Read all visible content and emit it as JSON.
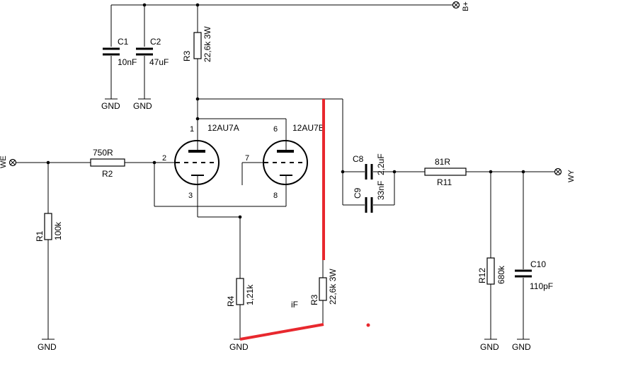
{
  "nets": {
    "bplus": "B+",
    "input": "WE",
    "output": "WY",
    "gnd": "GND"
  },
  "components": {
    "c1": {
      "ref": "C1",
      "value": "10nF"
    },
    "c2": {
      "ref": "C2",
      "value": "47uF"
    },
    "r3_top": {
      "ref": "R3",
      "value": "22,6k 3W"
    },
    "r3_bottom": {
      "ref": "R3",
      "value": "22,6k 3W"
    },
    "r2": {
      "ref": "R2",
      "value": "750R"
    },
    "r1": {
      "ref": "R1",
      "value": "100k"
    },
    "r4": {
      "ref": "R4",
      "value": "1,21k"
    },
    "c8": {
      "ref": "C8",
      "value": "2,2uF"
    },
    "c9": {
      "ref": "C9",
      "value": "33nF"
    },
    "r11": {
      "ref": "R11",
      "value": "81R"
    },
    "r12": {
      "ref": "R12",
      "value": "680k"
    },
    "c10": {
      "ref": "C10",
      "value": "110pF"
    }
  },
  "tubes": {
    "a": {
      "name": "12AU7A",
      "pin_plate": "1",
      "pin_grid": "2",
      "pin_cathode": "3"
    },
    "b": {
      "name": "12AU7B",
      "pin_plate": "6",
      "pin_grid": "7",
      "pin_cathode": "8"
    }
  },
  "annotation": "iF",
  "colors": {
    "wire": "#000000",
    "highlight": "#e8282e"
  }
}
